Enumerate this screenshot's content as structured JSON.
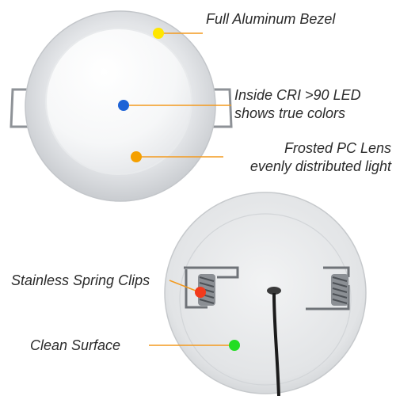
{
  "callouts": {
    "bezel": {
      "text": "Full Aluminum Bezel",
      "dot_color": "#ffe600"
    },
    "led": {
      "line1": "Inside CRI >90 LED",
      "line2": "shows true colors",
      "dot_color": "#1e63d6"
    },
    "lens": {
      "line1": "Frosted PC Lens",
      "line2": "evenly distributed light",
      "dot_color": "#f5a000"
    },
    "clips": {
      "text": "Stainless Spring Clips",
      "dot_color": "#f23a1c"
    },
    "surface": {
      "text": "Clean Surface",
      "dot_color": "#22dd22"
    }
  },
  "colors": {
    "leader_line": "#f39a1e",
    "text": "#2b2b2b"
  }
}
